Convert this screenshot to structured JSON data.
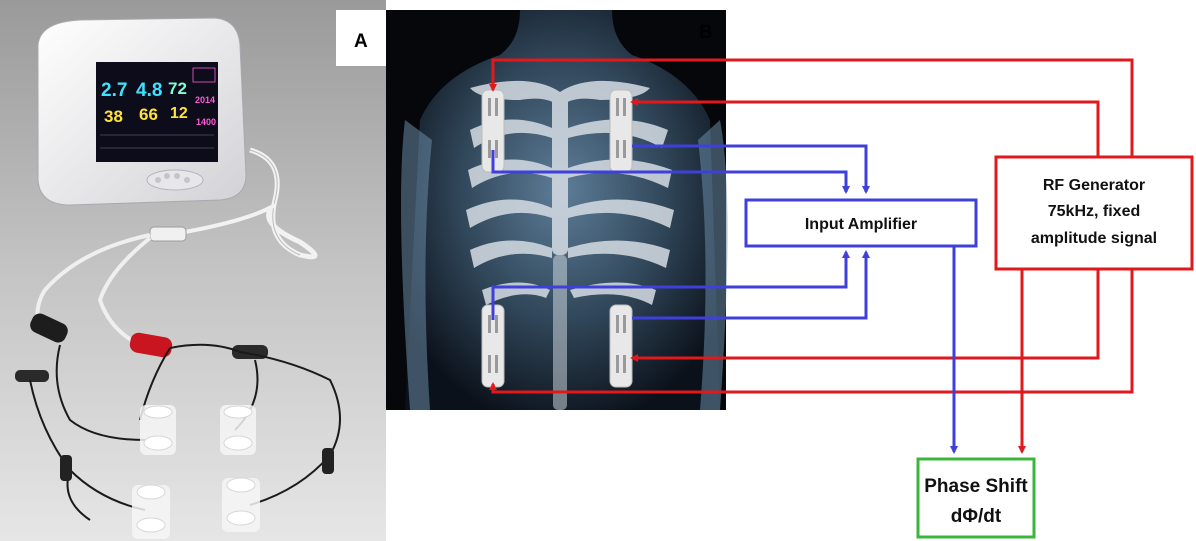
{
  "panel_a": {
    "label": "A",
    "monitor_readings": {
      "row1": [
        "2.7",
        "4.8",
        "72"
      ],
      "row2": [
        "38",
        "66",
        "12"
      ],
      "side": [
        "2014",
        "1400"
      ]
    }
  },
  "panel_b": {
    "label": "B",
    "input_amplifier": "Input Amplifier",
    "rf_generator": {
      "line1": "RF Generator",
      "line2": "75kHz, fixed",
      "line3": "amplitude signal"
    },
    "phase_shift": {
      "line1": "Phase Shift",
      "line2": "dΦ/dt"
    }
  },
  "colors": {
    "rf_wire": "#e0191d",
    "sense_wire": "#3f3fdb",
    "rf_box": "#e0191d",
    "amp_box": "#3f3fdb",
    "phase_box": "#3bb53b"
  }
}
